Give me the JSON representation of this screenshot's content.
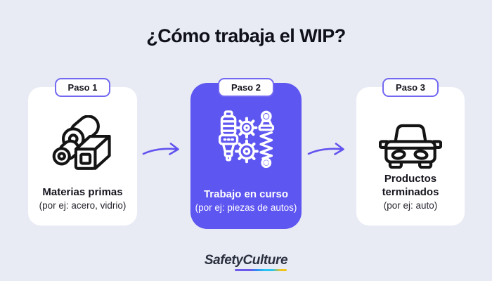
{
  "title": "¿Cómo trabaja el WIP?",
  "steps": [
    {
      "badge": "Paso 1",
      "name": "Materias primas",
      "example": "(por ej: acero, vidrio)",
      "icon": "steel-rolls-icon",
      "highlighted": false
    },
    {
      "badge": "Paso 2",
      "name": "Trabajo en curso",
      "example": "(por ej: piezas de autos)",
      "icon": "auto-parts-icon",
      "highlighted": true
    },
    {
      "badge": "Paso 3",
      "name": "Productos terminados",
      "example": "(por ej: auto)",
      "icon": "car-icon",
      "highlighted": false
    }
  ],
  "logo": {
    "safety": "Safety",
    "culture": "Culture"
  },
  "colors": {
    "background": "#e8ebf4",
    "highlight_card": "#5e56f0",
    "badge_border": "#7268f1",
    "arrow": "#6253ef",
    "title_text": "#0f1019",
    "logo_text": "#2a3040",
    "logo_underline_gradient": [
      "#6b5aea",
      "#2e8df2",
      "#2ac4f3",
      "#f0c419"
    ]
  }
}
